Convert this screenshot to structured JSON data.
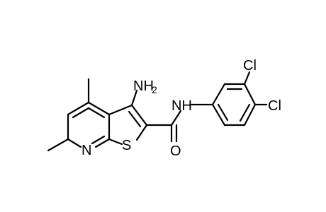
{
  "atoms": {
    "amino": "NH",
    "amino_subscript": "2",
    "amide_nh": "NH",
    "chloro_top": "Cl",
    "chloro_right": "Cl",
    "pyridine_n": "N",
    "sulfur": "S",
    "oxygen": "O"
  }
}
